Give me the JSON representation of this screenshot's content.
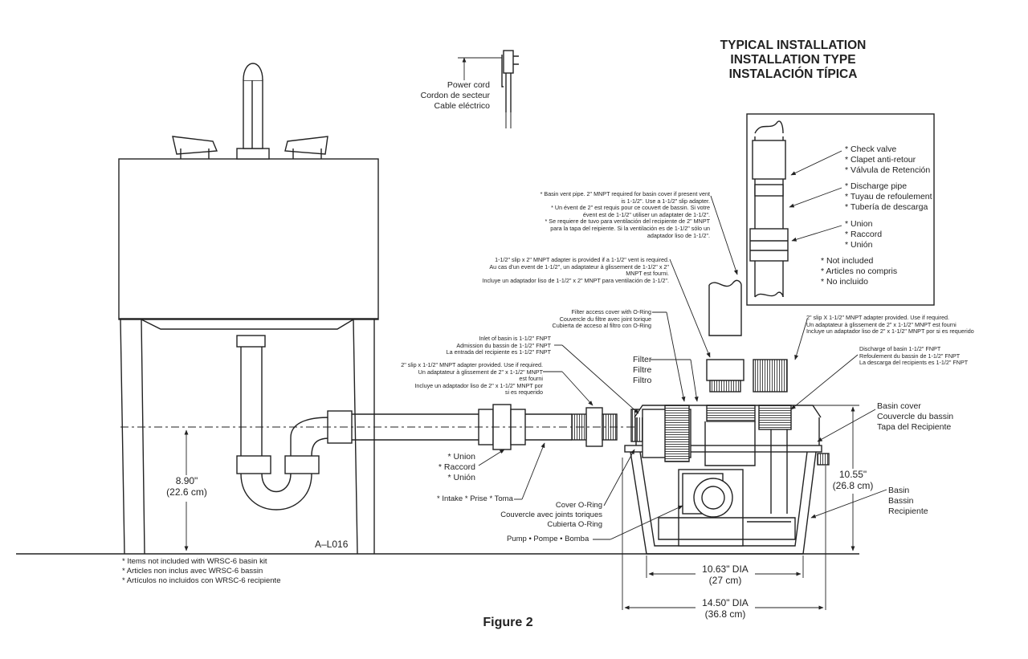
{
  "title": [
    "TYPICAL INSTALLATION",
    "INSTALLATION TYPE",
    "INSTALACIÓN TÍPICA"
  ],
  "figure_caption": "Figure 2",
  "drawing_code": "A–L016",
  "power_cord": [
    "Power cord",
    "Cordon de secteur",
    "Cable eléctrico"
  ],
  "inset": {
    "check_valve": [
      "* Check valve",
      "* Clapet anti-retour",
      "* Válvula de Retención"
    ],
    "discharge_pipe": [
      "* Discharge pipe",
      "* Tuyau de refoulement",
      "* Tubería de descarga"
    ],
    "union": [
      "* Union",
      "* Raccord",
      "* Unión"
    ],
    "not_included": [
      "* Not included",
      "* Articles no compris",
      "* No incluido"
    ]
  },
  "vent_pipe_note": [
    "* Basin vent pipe. 2\" MNPT required for basin cover if present vent",
    "is 1-1/2\". Use a 1-1/2\" slip adapter.",
    "* Un évent de 2\" est requis pour ce couvert de bassin. Si votre",
    "évent est de 1-1/2\" utiliser un adaptater de 1-1/2\".",
    "* Se requiere de tuvo para ventilación del recipiente de 2\" MNPT",
    "para la tapa del reipiente. Si la ventilación es de 1-1/2\" sólo un",
    "adaptador liso de 1-1/2\"."
  ],
  "slip_adapter_note": [
    "1-1/2\" slip x 2\" MNPT adapter is provided if a 1-1/2\" vent is required.",
    "Au cas d'un event de 1-1/2\", un adaptateur à glissement de 1-1/2\" x 2\"",
    "MNPT est fourni.",
    "Incluye un adaptador liso de 1-1/2\" x 2\" MNPT para ventilación de 1-1/2\"."
  ],
  "filter_access": [
    "Filter access cover with O-Ring",
    "Couvercle du filtre avec joint torique",
    "Cubierta de acceso al filtro con O-Ring"
  ],
  "inlet": [
    "Inlet of basin  is 1-1/2\" FNPT",
    "Admission du bassin de 1-1/2\" FNPT",
    "La entrada del recipiente es 1-1/2\" FNPT"
  ],
  "inlet_adapter": [
    "2\" slip x 1-1/2\" MNPT adapter provided. Use if required.",
    "Un adaptateur à glissement de 2\" x 1-1/2\" MNPT",
    "est fourni",
    "Incluye un adaptador liso de 2\" x 1-1/2\" MNPT por",
    "si es requerido"
  ],
  "filter": [
    "Filter",
    "Filtre",
    "Filtro"
  ],
  "outlet_adapter": [
    "2\" slip X 1-1/2\" MNPT adapter provided. Use if required.",
    "Un adaptateur à glissement de 2\" x 1-1/2\" MNPT est fourni",
    "Incluye un adaptador liso de 2\" x 1-1/2\" MNPT por si es requerido"
  ],
  "discharge": [
    "Discharge of basin 1-1/2\" FNPT",
    "Refoulement du bassin de 1-1/2\" FNPT",
    "La descarga del recipients es 1-1/2\" FNPT"
  ],
  "basin_cover": [
    "Basin cover",
    "Couvercle du bassin",
    "Tapa del Recipiente"
  ],
  "basin": [
    "Basin",
    "Bassin",
    "Recipiente"
  ],
  "union_main": [
    "* Union",
    "* Raccord",
    "* Unión"
  ],
  "intake": "* Intake * Prise * Toma",
  "cover_oring": [
    "Cover O-Ring",
    "Couvercle avec joints toriques",
    "Cubierta O-Ring"
  ],
  "pump": "Pump • Pompe • Bomba",
  "height_inlet": [
    "8.90\"",
    "(22.6 cm)"
  ],
  "height_basin": [
    "10.55\"",
    "(26.8 cm)"
  ],
  "dia_base": [
    "10.63\" DIA",
    "(27 cm)"
  ],
  "dia_top": [
    "14.50\" DIA",
    "(36.8 cm)"
  ],
  "footnote": [
    "* Items not included with WRSC-6 basin kit",
    "* Articles non inclus avec WRSC-6 bassin",
    "* Artículos no incluidos con WRSC-6 recipiente"
  ]
}
